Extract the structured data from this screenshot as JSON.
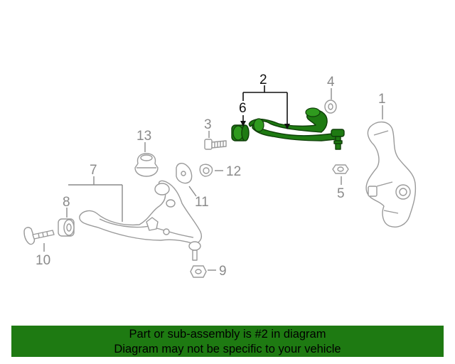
{
  "callouts": {
    "c1": "1",
    "c2": "2",
    "c3": "3",
    "c4": "4",
    "c5": "5",
    "c6": "6",
    "c7": "7",
    "c8": "8",
    "c9": "9",
    "c10": "10",
    "c11": "11",
    "c12": "12",
    "c13": "13"
  },
  "highlighted_callouts": [
    "2",
    "6"
  ],
  "colors": {
    "highlight": "#1e7a12",
    "banner_bg": "#1e7a12",
    "callout_gray": "#8a8a8a",
    "callout_dark": "#111111"
  },
  "banner": {
    "line1": "Part or sub-assembly is #2 in diagram",
    "line2": "Diagram may not be specific to your vehicle"
  }
}
